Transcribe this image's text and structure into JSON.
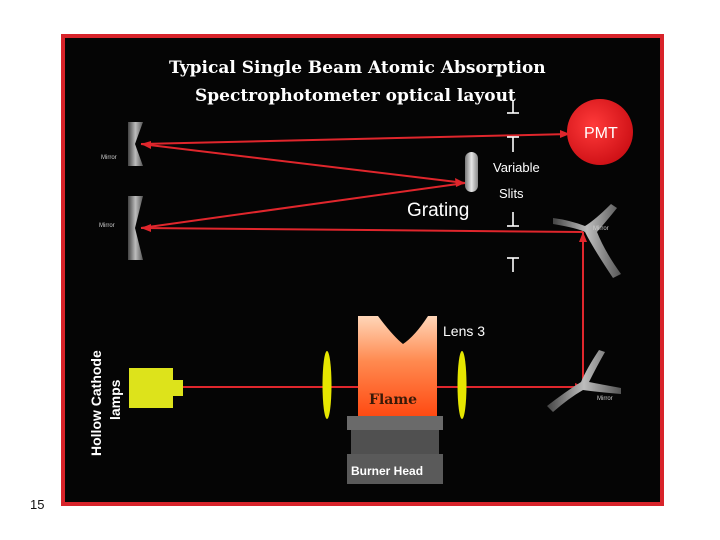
{
  "slide": {
    "number": "15"
  },
  "diagram": {
    "title_line1": "Typical Single Beam Atomic Absorption",
    "title_line2": "Spectrophotometer optical layout",
    "labels": {
      "pmt": "PMT",
      "variable_slits_1": "Variable",
      "variable_slits_2": "Slits",
      "grating": "Grating",
      "mirror_top_left": "Mirror",
      "mirror_mid_left": "Mirror",
      "mirror_right_upper": "Mirror",
      "mirror_right_lower": "Mirror",
      "lens": "Lens 3",
      "flame": "Flame",
      "burner_head": "Burner Head",
      "lamp_1": "Hollow Cathode",
      "lamp_2": "lamps"
    },
    "colors": {
      "frame": "#d8232a",
      "background": "#050505",
      "beam": "#e0262c",
      "pmt": "#e0141b",
      "lens": "#e6e600",
      "lamp": "#dde31b",
      "flame_top": "#ffd2b0",
      "flame_bottom": "#ff5a1e",
      "burner": "#5a5a5a"
    }
  }
}
